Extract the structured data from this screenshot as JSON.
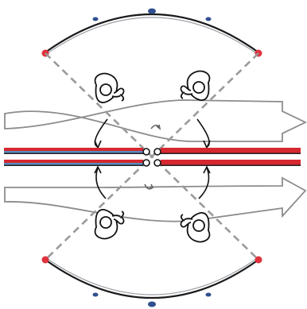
{
  "colors": {
    "background": "#ffffff",
    "arc": "#1a1a1a",
    "arc_highlight": "#9aa0a6",
    "endpoint_red": "#e0323c",
    "endpoint_blue": "#2f4f8f",
    "dashed_line": "#9a9a9a",
    "flow_arrow_outline": "#8c8c8c",
    "rotation_arrow": "#111111",
    "person_outline": "#111111",
    "beam_red": "#d62830",
    "beam_blue": "#5a8bbf",
    "beam_dark": "#222222",
    "joint_fill": "#ffffff"
  },
  "elements": {
    "upper_arc": {
      "name": "upper-arc",
      "icon": "arc-track"
    },
    "lower_arc": {
      "name": "lower-arc",
      "icon": "arc-track"
    },
    "diagonals": {
      "name": "dashed-diagonal",
      "icon": "dashed-line"
    },
    "flow_arrows": {
      "name": "flow-arrow",
      "icon": "arrow-right"
    },
    "persons": {
      "name": "person-top-view",
      "icon": "person-icon"
    },
    "rotation_arrows": {
      "name": "rotation-arrow",
      "icon": "curved-arrow"
    },
    "beams": {
      "name": "rotating-beam",
      "icon": "beam"
    },
    "hinges": {
      "name": "hinge-joint",
      "icon": "circle-joint"
    }
  }
}
